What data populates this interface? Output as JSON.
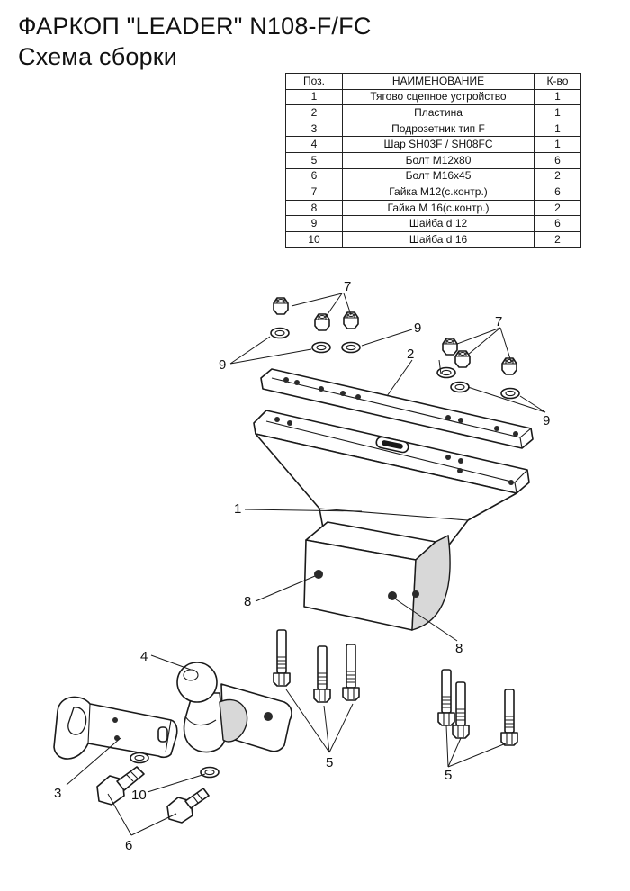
{
  "title": {
    "line1": "ФАРКОП \"LEADER\" N108-F/FC",
    "line2": "Схема сборки"
  },
  "table": {
    "headers": [
      "Поз.",
      "НАИМЕНОВАНИЕ",
      "К-во"
    ],
    "rows": [
      [
        "1",
        "Тягово сцепное устройство",
        "1"
      ],
      [
        "2",
        "Пластина",
        "1"
      ],
      [
        "3",
        "Подрозетник тип F",
        "1"
      ],
      [
        "4",
        "Шар SH03F / SH08FC",
        "1"
      ],
      [
        "5",
        "Болт М12x80",
        "6"
      ],
      [
        "6",
        "Болт М16x45",
        "2"
      ],
      [
        "7",
        "Гайка М12(с.контр.)",
        "6"
      ],
      [
        "8",
        "Гайка  М 16(с.контр.)",
        "2"
      ],
      [
        "9",
        "Шайба d 12",
        "6"
      ],
      [
        "10",
        "Шайба d 16",
        "2"
      ]
    ]
  },
  "callouts": {
    "nuts_left": "7",
    "nuts_right": "7",
    "washers_left": "9",
    "washers_mid": "9",
    "washers_right": "9",
    "plate": "2",
    "hitch": "1",
    "nut_hole_left": "8",
    "nut_hole_right": "8",
    "ball": "4",
    "socket_bracket": "3",
    "washer_d16": "10",
    "bolts_m16": "6",
    "bolts_left_group": "5",
    "bolts_right_group": "5"
  }
}
